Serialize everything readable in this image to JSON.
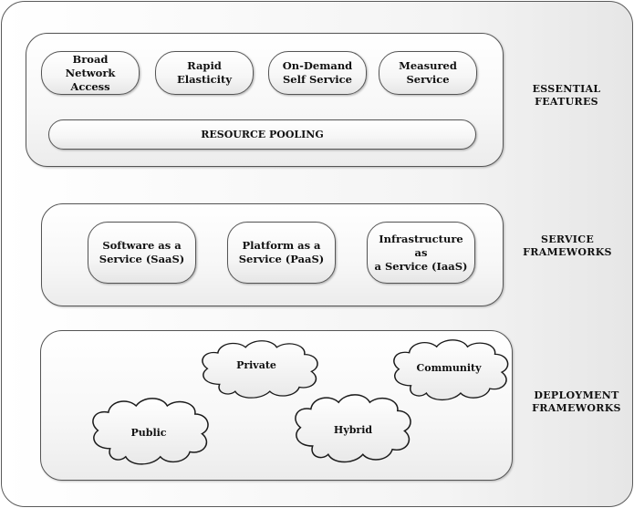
{
  "essential": {
    "side_label_line1": "ESSENTIAL",
    "side_label_line2": "FEATURES",
    "pills": [
      {
        "line1": "Broad Network",
        "line2": "Access"
      },
      {
        "line1": "Rapid Elasticity",
        "line2": ""
      },
      {
        "line1": "On-Demand",
        "line2": "Self Service"
      },
      {
        "line1": "Measured",
        "line2": "Service"
      }
    ],
    "pooling": "RESOURCE POOLING"
  },
  "service": {
    "side_label_line1": "SERVICE",
    "side_label_line2": "FRAMEWORKS",
    "items": [
      {
        "line1": "Software as a",
        "line2": "Service (SaaS)"
      },
      {
        "line1": "Platform as a",
        "line2": "Service (PaaS)"
      },
      {
        "line1": "Infrastructure as",
        "line2": "a Service (IaaS)"
      }
    ]
  },
  "deployment": {
    "side_label_line1": "DEPLOYMENT",
    "side_label_line2": "FRAMEWORKS",
    "clouds": {
      "private": "Private",
      "community": "Community",
      "public": "Public",
      "hybrid": "Hybrid"
    }
  }
}
